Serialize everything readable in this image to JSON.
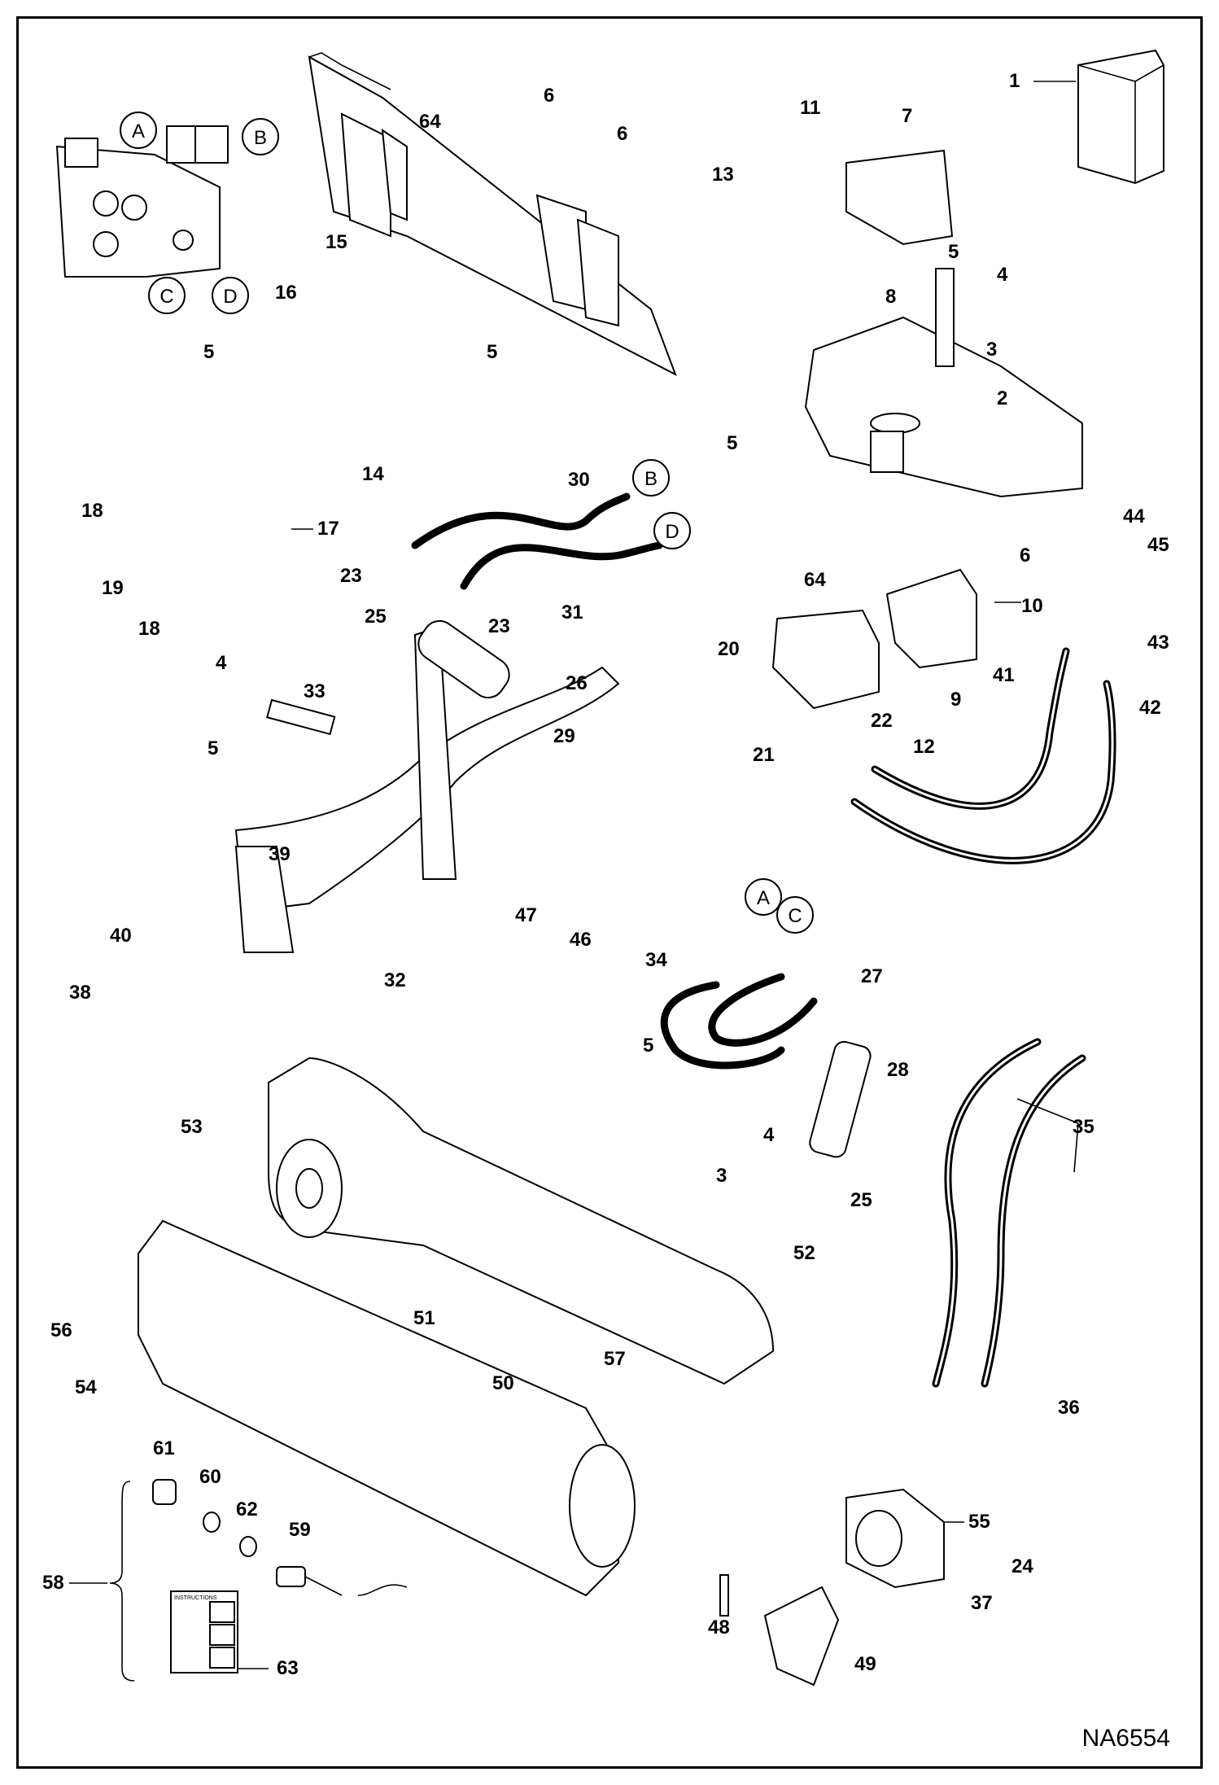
{
  "drawing": {
    "id": "NA6554"
  },
  "connection_letters": [
    "A",
    "B",
    "C",
    "D"
  ],
  "callouts": [
    "1",
    "2",
    "3",
    "3",
    "4",
    "4",
    "4",
    "5",
    "5",
    "5",
    "5",
    "5",
    "5",
    "6",
    "6",
    "6",
    "7",
    "8",
    "9",
    "10",
    "11",
    "12",
    "13",
    "14",
    "15",
    "16",
    "17",
    "18",
    "18",
    "19",
    "20",
    "21",
    "22",
    "23",
    "23",
    "24",
    "25",
    "25",
    "26",
    "27",
    "28",
    "29",
    "30",
    "31",
    "32",
    "33",
    "34",
    "35",
    "36",
    "37",
    "38",
    "39",
    "40",
    "41",
    "42",
    "43",
    "44",
    "45",
    "46",
    "47",
    "48",
    "49",
    "50",
    "51",
    "52",
    "53",
    "54",
    "55",
    "56",
    "57",
    "58",
    "59",
    "60",
    "61",
    "62",
    "63",
    "64",
    "64"
  ],
  "manual": {
    "cover_text": "INSTRUCTIONS"
  }
}
